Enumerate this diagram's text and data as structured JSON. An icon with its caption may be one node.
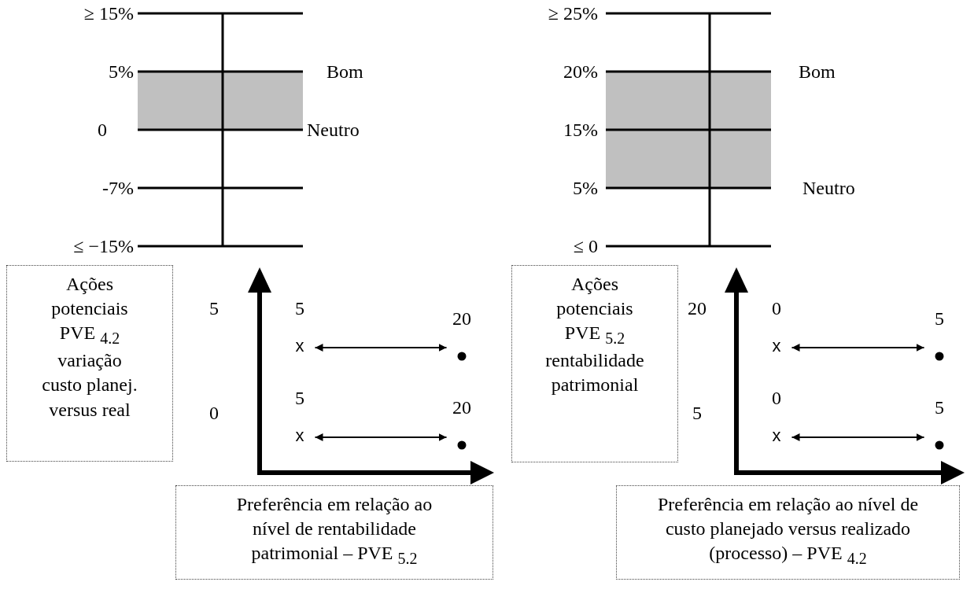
{
  "diagram": {
    "nodes": [
      {
        "text": [
          "Ações potenciais PVE $_{4.2}$ variação custo planej. versus real"
        ]
      },
      {
        "text": [
          "x"
        ],
        "beside": [
          "5"
        ]
      },
      {
        "text": [],
        "shape": "circle",
        "beside": [
          "20"
        ]
      },
      {
        "text": [
          "x"
        ],
        "beside": [
          "5"
        ]
      },
      {
        "text": [],
        "shape": "circle",
        "beside": [
          "20"
        ]
      },
      {
        "text": [
          "Preferência em relação ao nível de rentabilidade patrimonial – PVE $_{5.2}$"
        ]
      },
      {
        "text": [
          "Ações potenciais PVE $_{5.2}$ rentabilidade patrimonial"
        ]
      },
      {
        "text": [
          "x"
        ],
        "beside": [
          "0"
        ]
      },
      {
        "text": [],
        "shape": "circle",
        "beside": [
          "5"
        ]
      },
      {
        "text": [
          "x"
        ],
        "beside": [
          "0"
        ]
      },
      {
        "text": [],
        "shape": "circle",
        "beside": [
          "5"
        ]
      },
      {
        "text": [
          "Preferência em relação ao nível de custo planejado versus realizado (processo) – PVE $_{4.2}$"
        ]
      }
    ],
    "edges": [
      {
        "from": 1,
        "to": 2,
        "arrow": "both"
      },
      {
        "from": 3,
        "to": 4,
        "arrow": "both"
      },
      {
        "from": 7,
        "to": 8,
        "arrow": "both"
      },
      {
        "from": 9,
        "to": 10,
        "arrow": "both"
      }
    ],
    "labels": [
      "≥ 15%",
      "5%",
      "Bom",
      "0",
      "Neutro",
      "-7%",
      "≤ −15%",
      "≥ 25%",
      "20%",
      "Bom",
      "15%",
      "5%",
      "Neutro",
      "≤ 0",
      "5",
      "0",
      "20",
      "5"
    ]
  }
}
